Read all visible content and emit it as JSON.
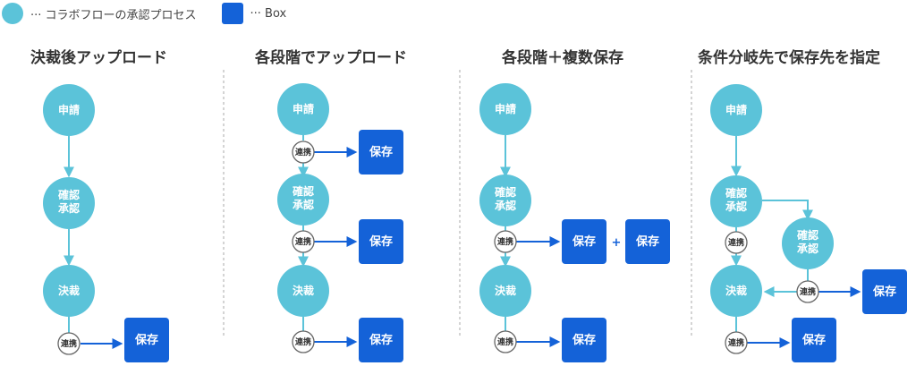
{
  "legend": {
    "process_label": "··· コラボフローの承認プロセス",
    "box_label": "··· Box"
  },
  "columns": [
    {
      "title": "決裁後アップロード"
    },
    {
      "title": "各段階でアップロード"
    },
    {
      "title": "各段階＋複数保存"
    },
    {
      "title": "条件分岐先で保存先を指定"
    }
  ],
  "labels": {
    "apply": "申請",
    "confirm_line1": "確認",
    "confirm_line2": "承認",
    "decide": "決裁",
    "link": "連携",
    "save": "保存",
    "plus": "+"
  },
  "colors": {
    "process": "#5bc3d9",
    "box": "#1462d8"
  }
}
